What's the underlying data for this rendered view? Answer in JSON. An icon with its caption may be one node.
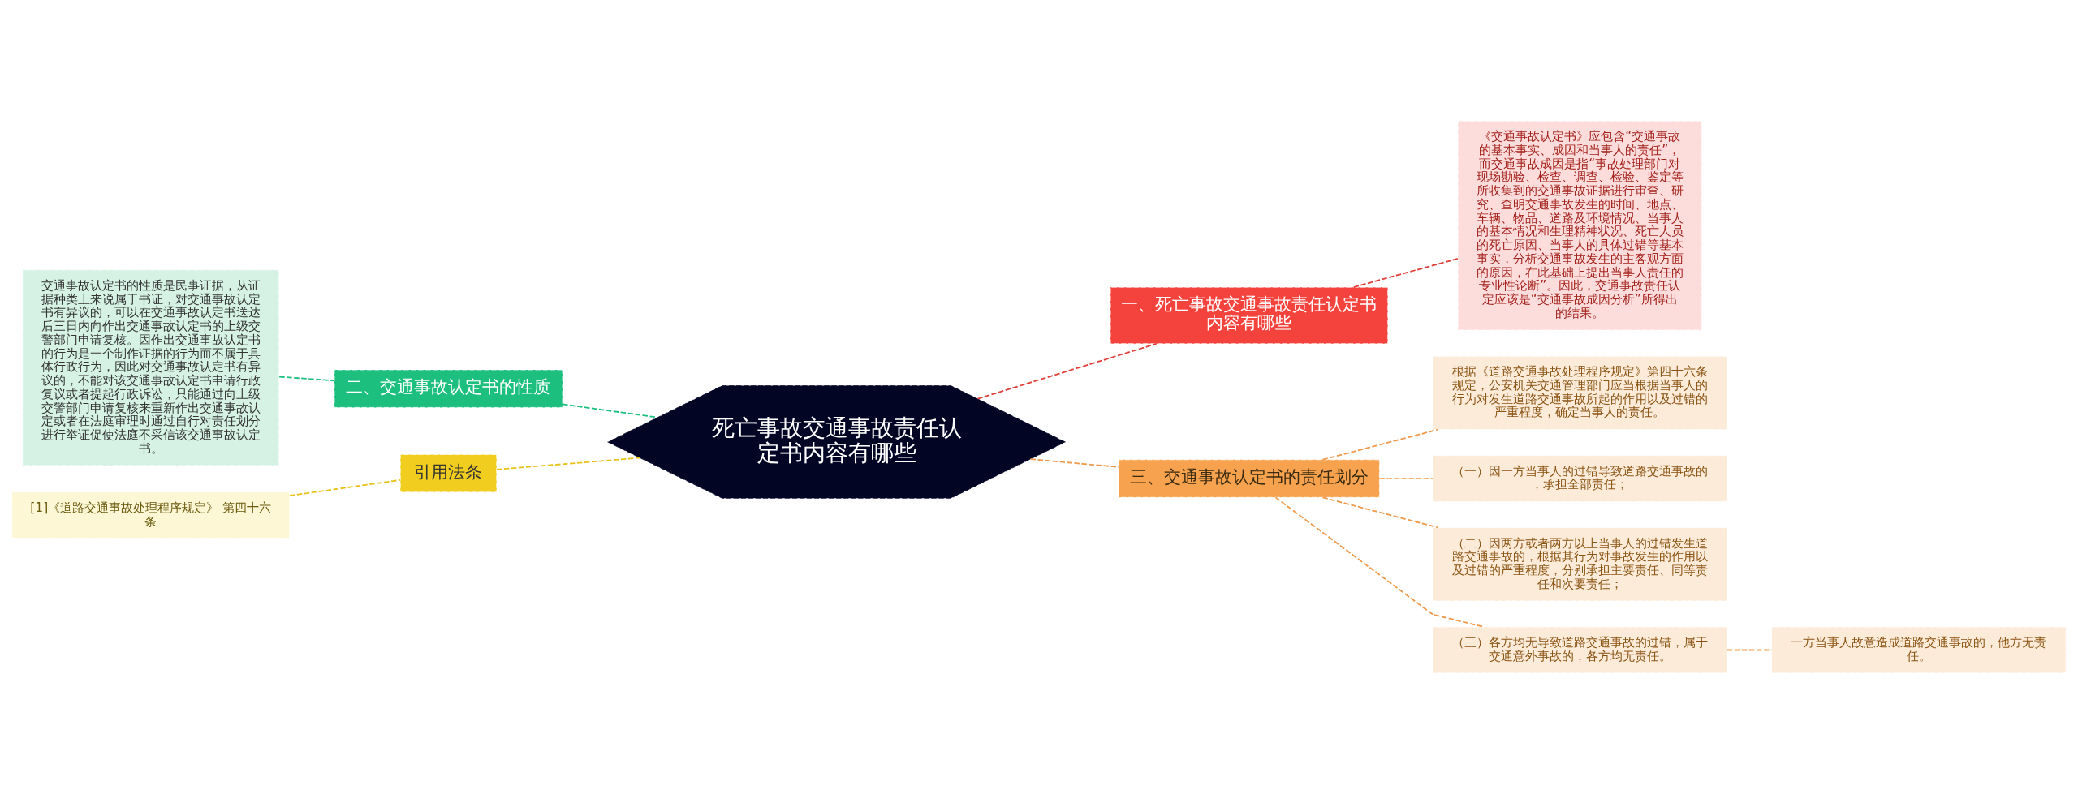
{
  "diagram": {
    "nodes": [
      {
        "text": [
          "死亡事故交通事故责任认定书内容有哪些"
        ]
      },
      {
        "text": [
          "一、死亡事故交通事故责任认定书内容有哪些"
        ]
      },
      {
        "text": [
          "《交通事故认定书》应包含“交通事故的基本事实、成因和当事人的责任”，而交通事故成因是指“事故处理部门对现场勘验、检查、调查、检验、鉴定等所收集到的交通事故证据进行审查、研究、查明交通事故发生的时间、地点、车辆、物品、道路及环境情况、当事人的基本情况和生理精神状况、死亡人员的死亡原因、当事人的具体过错等基本事实，分析交通事故发生的主客观方面的原因，在此基础上提出当事人责任的专业性论断”。因此，交通事故责任认定应该是“交通事故成因分析”所得出的结果。"
        ]
      },
      {
        "text": [
          "三、交通事故认定书的责任划分"
        ]
      },
      {
        "text": [
          "根据《道路交通事故处理程序规定》第四十六条规定，公安机关交通管理部门应当根据当事人的行为对发生道路交通事故所起的作用以及过错的严重程度，确定当事人的责任。"
        ]
      },
      {
        "text": [
          "（一）因一方当事人的过错导致道路交通事故的，承担全部责任；"
        ]
      },
      {
        "text": [
          "（二）因两方或者两方以上当事人的过错发生道路交通事故的，根据其行为对事故发生的作用以及过错的严重程度，分别承担主要责任、同等责任和次要责任；"
        ]
      },
      {
        "text": [
          "（三）各方均无导致道路交通事故的过错，属于交通意外事故的，各方均无责任。"
        ]
      },
      {
        "text": [
          "一方当事人故意造成道路交通事故的，他方无责任。"
        ]
      },
      {
        "text": [
          "二、交通事故认定书的性质"
        ]
      },
      {
        "text": [
          "交通事故认定书的性质是民事证据，从证据种类上来说属于书证，对交通事故认定书有异议的，可以在交通事故认定书送达后三日内向作出交通事故认定书的上级交警部门申请复核。因作出交通事故认定书的行为是一个制作证据的行为而不属于具体行政行为，因此对交通事故认定书有异议的，不能对该交通事故认定书申请行政复议或者提起行政诉讼，只能通过向上级交警部门申请复核来重新作出交通事故认定或者在法庭审理时通过自行对责任划分进行举证促使法庭不采信该交通事故认定书。"
        ]
      },
      {
        "text": [
          "引用法条"
        ]
      },
      {
        "text": [
          "[1]《道路交通事故处理程序规定》 第四十六条"
        ]
      }
    ],
    "edges": [
      {
        "from": 0,
        "to": 1,
        "arrow": "none",
        "style": "dashed",
        "color": "#e0403a"
      },
      {
        "from": 1,
        "to": 2,
        "arrow": "none",
        "style": "dashed",
        "color": "#e0403a"
      },
      {
        "from": 0,
        "to": 3,
        "arrow": "none",
        "style": "dashed"
      },
      {
        "from": 3,
        "to": 4,
        "arrow": "none",
        "style": "dashed"
      },
      {
        "from": 3,
        "to": 5,
        "arrow": "none",
        "style": "dashed"
      },
      {
        "from": 3,
        "to": 6,
        "arrow": "none",
        "style": "dashed"
      },
      {
        "from": 3,
        "to": 7,
        "arrow": "none",
        "style": "dashed"
      },
      {
        "from": 7,
        "to": 8,
        "arrow": "none",
        "style": "dashed"
      },
      {
        "from": 0,
        "to": 9,
        "arrow": "none",
        "style": "dashed",
        "color": "#1dbf7f"
      },
      {
        "from": 9,
        "to": 10,
        "arrow": "none",
        "style": "dashed",
        "color": "#1dbf7f"
      },
      {
        "from": 0,
        "to": 11,
        "arrow": "none",
        "style": "dashed",
        "color": "#e8c21a"
      },
      {
        "from": 11,
        "to": 12,
        "arrow": "none",
        "style": "dashed",
        "color": "#e8c21a"
      }
    ]
  }
}
